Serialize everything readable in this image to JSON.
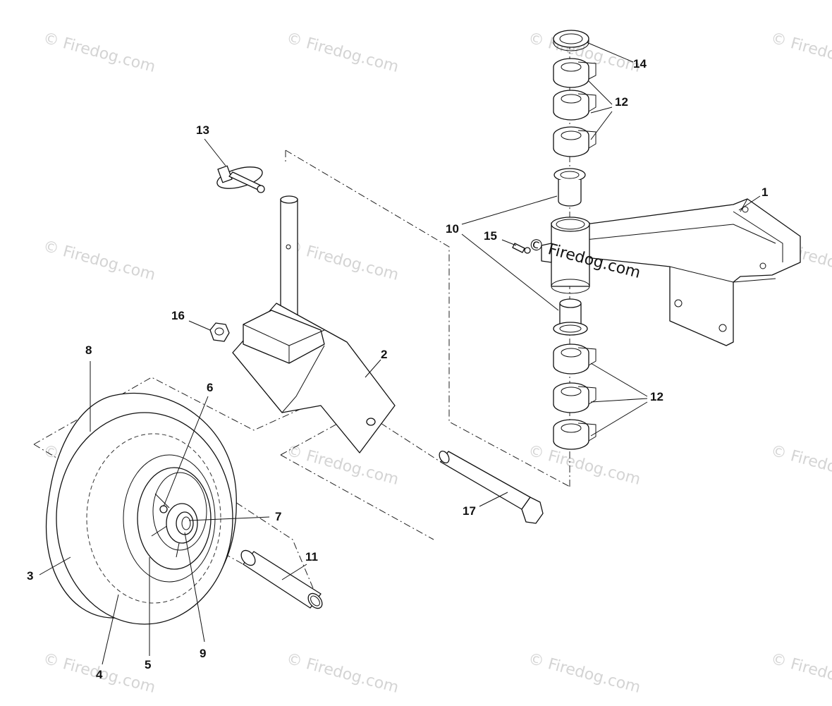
{
  "watermark": {
    "text": "© Firedog.com",
    "overlay_text": "© Firedog.com"
  },
  "callouts": {
    "c1": "1",
    "c2": "2",
    "c3": "3",
    "c4": "4",
    "c5": "5",
    "c6": "6",
    "c7": "7",
    "c8": "8",
    "c9": "9",
    "c10": "10",
    "c11": "11",
    "c12a": "12",
    "c12b": "12",
    "c13": "13",
    "c14": "14",
    "c15": "15",
    "c16": "16",
    "c17": "17"
  },
  "colors": {
    "line": "#111111",
    "watermark": "#d4d4d4",
    "background": "#ffffff"
  }
}
